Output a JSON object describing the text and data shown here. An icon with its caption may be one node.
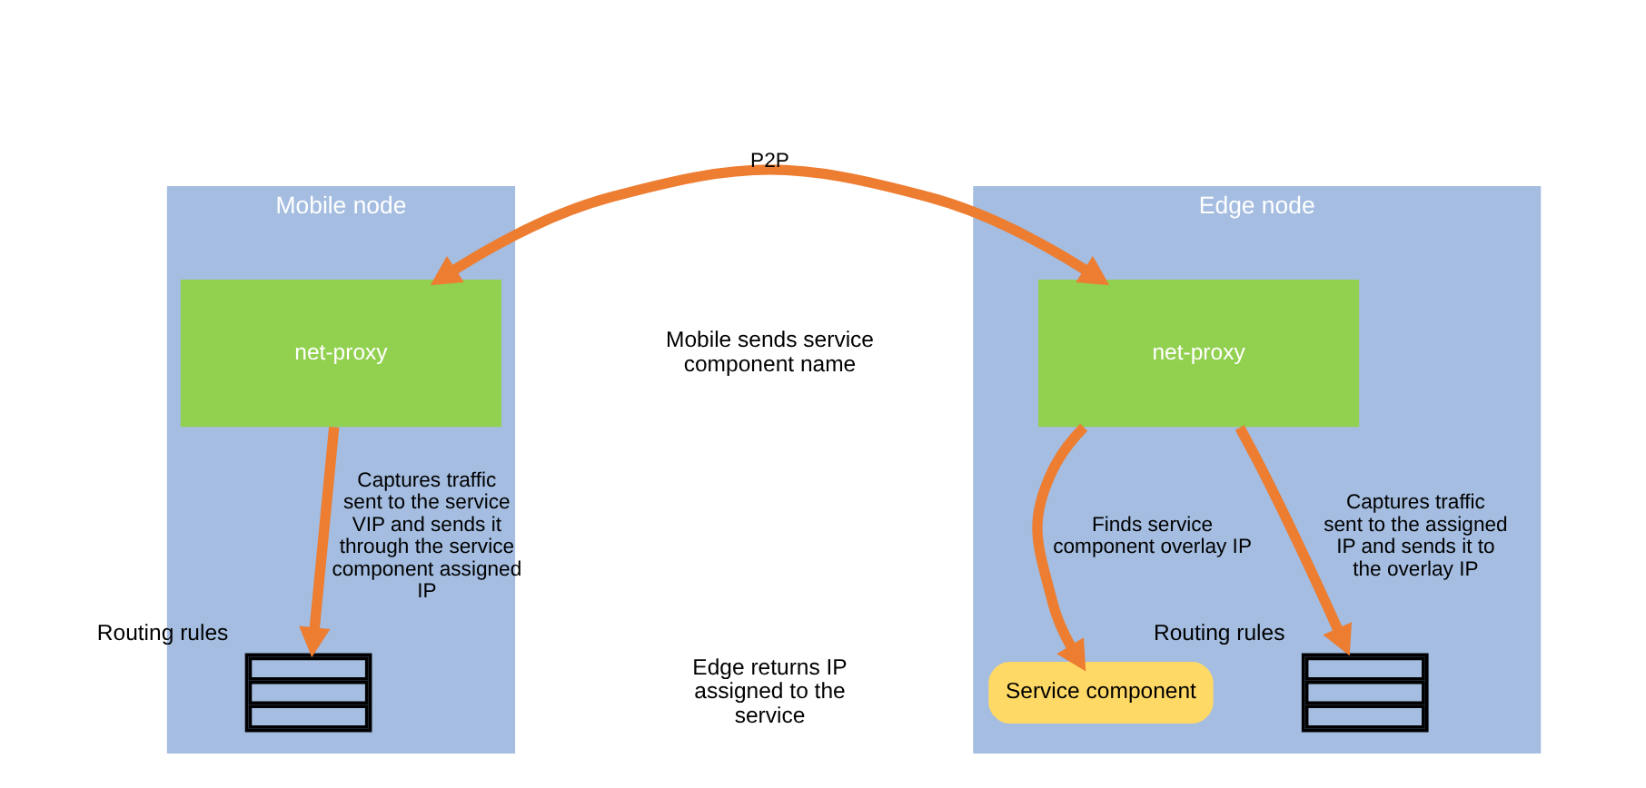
{
  "diagram": {
    "nodes": [
      {
        "text": [
          "Mobile node"
        ]
      },
      {
        "text": [
          "net-proxy"
        ],
        "in": 0
      },
      {
        "text": [],
        "shape": "box",
        "beside": [
          "Routing rules"
        ],
        "in": 0
      },
      {
        "text": [
          "Edge node"
        ]
      },
      {
        "text": [
          "net-proxy"
        ],
        "in": 3
      },
      {
        "text": [
          "Service component"
        ],
        "in": 3
      },
      {
        "text": [],
        "shape": "box",
        "beside": [
          "Routing rules"
        ],
        "in": 3
      }
    ],
    "edges": [
      {
        "from": 1,
        "to": 4,
        "arrow": "both",
        "label": "P2P"
      },
      {
        "from": 1,
        "to": 2,
        "arrow": "to",
        "label": "Captures traffic sent to the service VIP and sends it through the service component assigned IP"
      },
      {
        "from": 4,
        "to": 5,
        "arrow": "to",
        "label": "Finds service component overlay IP"
      },
      {
        "from": 4,
        "to": 6,
        "arrow": "to",
        "label": "Captures traffic sent to the assigned IP and sends it to the overlay IP"
      }
    ],
    "labels": [
      "Mobile sends service component name",
      "Edge returns IP assigned to the service"
    ]
  }
}
